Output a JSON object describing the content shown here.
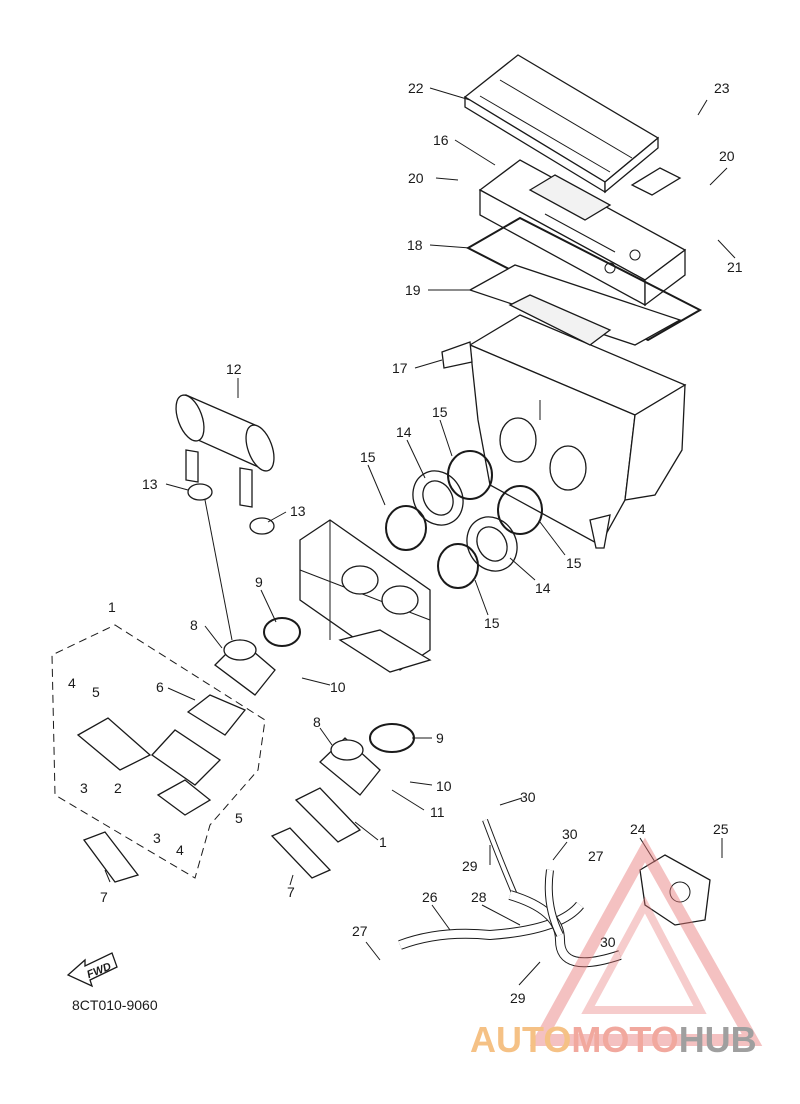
{
  "diagram": {
    "figure_code": "8CT010-9060",
    "direction_label": "FWD",
    "callouts": [
      "22",
      "23",
      "16",
      "20",
      "20",
      "18",
      "21",
      "19",
      "17",
      "12",
      "15",
      "14",
      "15",
      "13",
      "13",
      "15",
      "14",
      "15",
      "9",
      "1",
      "8",
      "10",
      "6",
      "4",
      "5",
      "3",
      "2",
      "8",
      "9",
      "10",
      "5",
      "3",
      "4",
      "11",
      "1",
      "7",
      "7",
      "30",
      "30",
      "24",
      "25",
      "27",
      "29",
      "26",
      "28",
      "27",
      "30",
      "29"
    ]
  },
  "watermark": {
    "part1": "AUTO",
    "part2": "MOTO",
    "part3": "HUB",
    "colors": {
      "auto": "#f4b770",
      "moto": "#ef9a8e",
      "hub": "#8f8f8f",
      "triangle": "#e87a7a"
    }
  }
}
